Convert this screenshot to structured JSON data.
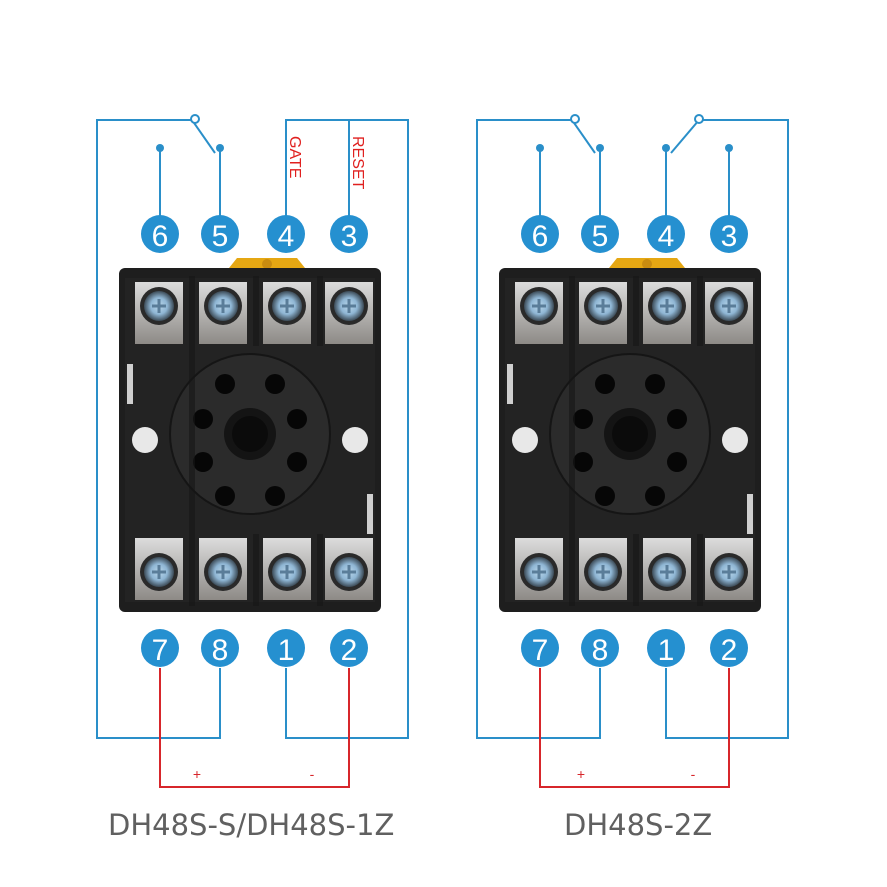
{
  "colors": {
    "wire_blue": "#2a8fc9",
    "badge_blue": "#2590d0",
    "wire_red": "#d7262b",
    "label_red": "#e0201f",
    "caption_gray": "#606060",
    "socket_black": "#1c1c1c",
    "clip_yellow": "#e5a713"
  },
  "diagrams": [
    {
      "id": "left",
      "caption": "DH48S-S/DH48S-1Z",
      "top_terminals": [
        "6",
        "5",
        "4",
        "3"
      ],
      "bottom_terminals": [
        "7",
        "8",
        "1",
        "2"
      ],
      "top_labels": {
        "gate": "GATE",
        "reset": "RESET"
      },
      "polarity": {
        "plus": "+",
        "minus": "-"
      }
    },
    {
      "id": "right",
      "caption": "DH48S-2Z",
      "top_terminals": [
        "6",
        "5",
        "4",
        "3"
      ],
      "bottom_terminals": [
        "7",
        "8",
        "1",
        "2"
      ],
      "polarity": {
        "plus": "+",
        "minus": "-"
      }
    }
  ],
  "icons": {
    "socket": "8-pin-relay-socket-icon",
    "switch": "changeover-contact-icon"
  }
}
